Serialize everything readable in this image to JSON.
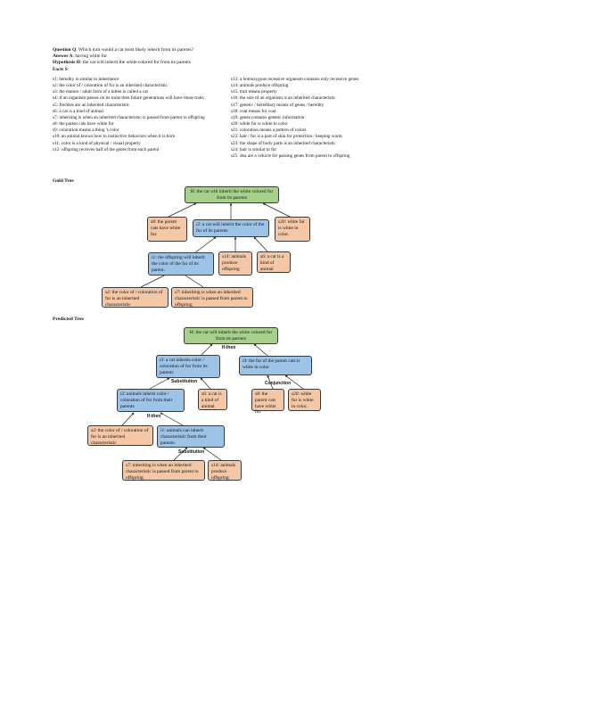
{
  "question": {
    "q_label": "Question Q",
    "q_text": ": Which trait would a cat most likely inherit from its parents?",
    "a_label": "Answer A",
    "a_text": ": having white fur",
    "h_label": "Hypothesis H",
    "h_text": ": the cat will inherit the white colored fur from its parents",
    "facts_label": "Facts S",
    "facts_colon": ":"
  },
  "facts_left": [
    "s1: heredity is similar to inheritance",
    "s2: the color of / coloration of fur is an inherited characteristic",
    "s3: the mature / adult form of a kitten is called a cat",
    "s4: if an organism passes on its traits then future generations will have those traits",
    "s5: freckles are an inherited characteristic",
    "s6: a cat is a kind of animal",
    "s7: inheriting is when an inherited characteristic is passed from parent to offspring",
    "s8: the parent cats have white fur",
    "s9: coloration means a thing 's color",
    "s10: an animal knows how to instinctive behaviors when it is born",
    "s11: color is a kind of physical / visual property",
    "s12: offspring receives half of the genes from each parent"
  ],
  "facts_right": [
    "s13: a homozygous recessive organism contains only recessive genes",
    "s14: animals produce offspring",
    "s15: trait means property",
    "s16: the size of an organism is an inherited characteristic",
    "s17: genetic / hereditary means of genes / heredity",
    "s18: coat means fur coat",
    "s19: genes contains genetic information",
    "s20: white fur is white in color",
    "s21: coloration means a pattern of colors",
    "s22: hair / fur is a part of skin for protection / keeping warm",
    "s23: the shape of body parts is an inherited characteristic",
    "s24: hair is similar to fur",
    "s25: dna are a vehicle for passing genes from parent to offspring"
  ],
  "gold_tree": {
    "title": "Gold Tree",
    "h": "H: the cat will inherit the white colored fur from its parents",
    "s8": ": the parent cats have white fur.",
    "s8_id": "s8",
    "i2_id": "i2",
    "i2": ": a cat will inherit the color of the fur of its parents",
    "s20_id": "s20",
    "s20": ": white fur is white in color.",
    "i1_id": "i1",
    "i1": ": the offspring will inherit the color of the fur of its parent.",
    "s14_id": "s14",
    "s14": ": animals produce offspring",
    "s6_id": "s6",
    "s6": ": a cat is a kind of animal",
    "s2_id": "s2",
    "s2": ": the color of / coloration of fur is an inherited characteristic",
    "s7_id": "s7",
    "s7": ": inheriting is when an inherited characteristic is passed from parent to offspring"
  },
  "predicted_tree": {
    "title": "Predicted Tree",
    "h": "H: the cat will inherit the white colored fur from its parents",
    "rel_h": "If-then",
    "i3_id": "i3",
    "i3": ": a cat inherits color / coloration of fur from its parents",
    "rel_i3": "Substitution",
    "i4_id": "i4",
    "i4": ": the fur of the parent cats is white in color",
    "rel_i4": "Conjunction",
    "i2_id": "i2",
    "i2": ": animals inherit color / coloration of fur from their parents",
    "rel_i2": "If-then",
    "s6_id": "s6",
    "s6": ": a cat is a kind of animal",
    "s8_id": "s8",
    "s8": ": the parent cats have white fur.",
    "s20_id": "s20",
    "s20": ": white fur is white in color.",
    "s2_id": "s2",
    "s2": ": the color of / coloration of fur is an inherited characteristic",
    "i1_id": "i1",
    "i1": ": animals can inherit characteristic from their parents.",
    "rel_i1": "Substitution",
    "s7_id": "s7",
    "s7": ": inheriting is when an inherited characteristic is passed from parent to offspring",
    "s14_id": "s14",
    "s14": ": animals produce offspring"
  },
  "colors": {
    "hypothesis": "#a8d08d",
    "intermediate": "#9dc3e6",
    "fact": "#f4c7a6"
  }
}
